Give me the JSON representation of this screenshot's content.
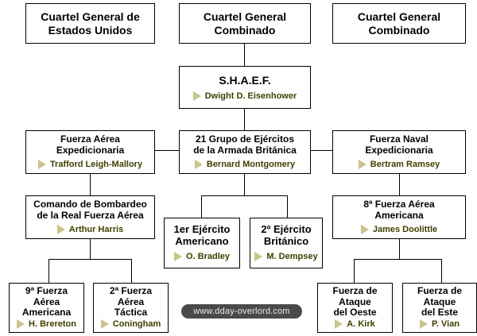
{
  "top_row": {
    "us_hq": "Cuartel General de\nEstados Unidos",
    "combined_hq_center": "Cuartel General\nCombinado",
    "combined_hq_right": "Cuartel General\nCombinado"
  },
  "shaef": {
    "title": "S.H.A.E.F.",
    "commander": "Dwight D. Eisenhower"
  },
  "air_force": {
    "title": "Fuerza Aérea\nExpedicionaria",
    "commander": "Trafford Leigh-Mallory"
  },
  "army_group": {
    "title": "21 Grupo de Ejércitos\nde la Armada Británica",
    "commander": "Bernard Montgomery"
  },
  "naval_force": {
    "title": "Fuerza Naval\nExpedicionaria",
    "commander": "Bertram Ramsey"
  },
  "bomber_command": {
    "title": "Comando de Bombardeo\nde la Real Fuerza Aérea",
    "commander": "Arthur Harris"
  },
  "us_first_army": {
    "title": "1er Ejército\nAmericano",
    "commander": "O. Bradley"
  },
  "british_second_army": {
    "title": "2º Ejército\nBritánico",
    "commander": "M. Dempsey"
  },
  "eighth_air_force": {
    "title": "8ª Fuerza Aérea\nAmericana",
    "commander": "James Doolittle"
  },
  "ninth_air_force": {
    "title": "9ª Fuerza\nAérea\nAmericana",
    "commander": "H. Brereton"
  },
  "tactical_air_force": {
    "title": "2ª Fuerza\nAérea\nTáctica",
    "commander": "Coningham"
  },
  "western_task_force": {
    "title": "Fuerza de\nAtaque\ndel Oeste",
    "commander": "A. Kirk"
  },
  "eastern_task_force": {
    "title": "Fuerza de\nAtaque\ndel Este",
    "commander": "P. Vian"
  },
  "watermark": "www.dday-overlord.com",
  "colors": {
    "commander_text": "#3f3f00",
    "arrow": "#c9c48a",
    "border": "#000000"
  }
}
